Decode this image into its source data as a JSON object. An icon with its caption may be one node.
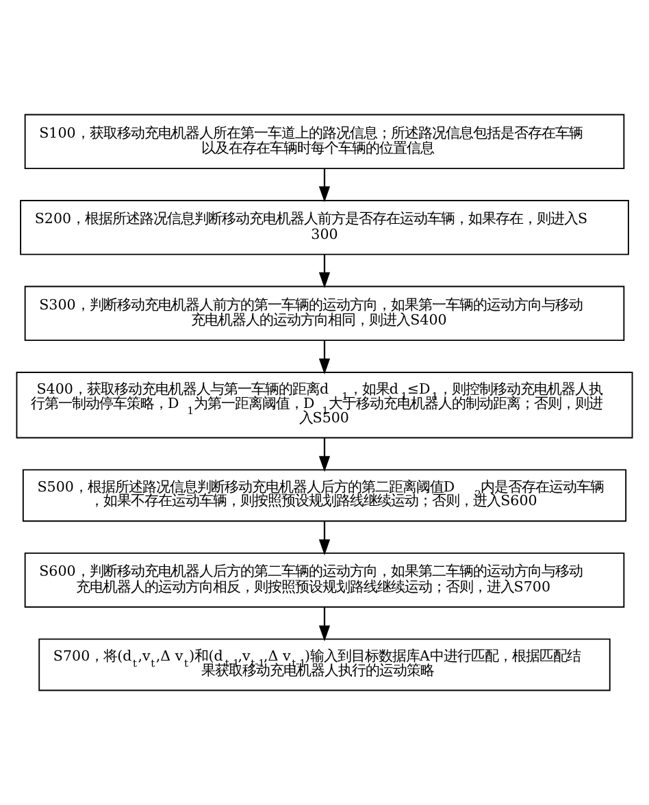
{
  "diagram": {
    "nodes": [
      {
        "text": [
          "S100，获取移动充电机器人所在第一车道上的路况信息；所述路况信息包括是否存在车辆以及在存在车辆时每个车辆的位置信息"
        ]
      },
      {
        "text": [
          "S200，根据所述路况信息判断移动充电机器人前方是否存在运动车辆，如果存在，则进入S300"
        ]
      },
      {
        "text": [
          "S300，判断移动充电机器人前方的第一车辆的运动方向，如果第一车辆的运动方向与移动充电机器人的运动方向相同，则进入S400"
        ]
      },
      {
        "text": [
          "S400，获取移动充电机器人与第一车辆的距离d$_{1}$，如果d$_{1}$≤D$_{1}$，则控制移动充电机器人执行第一制动停车策略，D$_{1}$为第一距离阈值，D$_{1}$大于移动充电机器人的制动距离；否则，则进入S500"
        ]
      },
      {
        "text": [
          "S500，根据所述路况信息判断移动充电机器人后方的第二距离阈值D$_{2}$内是否存在运动车辆，如果不存在运动车辆，则按照预设规划路线继续运动；否则，进入S600"
        ]
      },
      {
        "text": [
          "S600，判断移动充电机器人后方的第二车辆的运动方向，如果第二车辆的运动方向与移动充电机器人的运动方向相反，则按照预设规划路线继续运动；否则，进入S700"
        ]
      },
      {
        "text": [
          "S700，将(d$_{t}$,v$_{t}$,Δ v$_{t}$)和(d$_{t-1}$,v$_{t-1}$,Δ v$_{t-1}$)输入到目标数据库A中进行匹配，根据匹配结果获取移动充电机器人执行的运动策略"
        ]
      }
    ],
    "edges": [
      {
        "from": 0,
        "to": 1,
        "arrow": "to"
      },
      {
        "from": 1,
        "to": 2,
        "arrow": "to"
      },
      {
        "from": 2,
        "to": 3,
        "arrow": "to"
      },
      {
        "from": 3,
        "to": 4,
        "arrow": "to"
      },
      {
        "from": 4,
        "to": 5,
        "arrow": "to"
      },
      {
        "from": 5,
        "to": 6,
        "arrow": "to"
      }
    ]
  }
}
